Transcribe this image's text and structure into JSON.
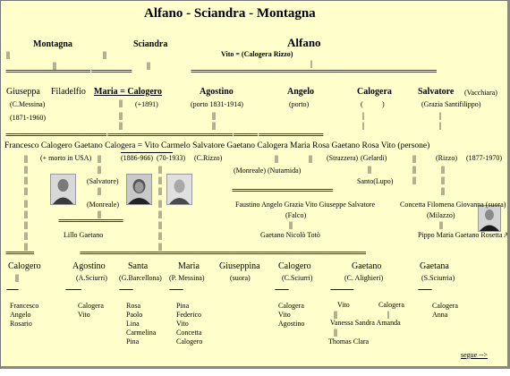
{
  "title": "Alfano - Sciandra - Montagna",
  "heads": {
    "montagna": "Montagna",
    "sciandra": "Sciandra",
    "alfano": "Alfano",
    "vito_rizzo": "Vito = (Calogera Rizzo)"
  },
  "gen2": {
    "giuseppa": "Giuseppa",
    "filadelfio": "Filadelfio",
    "maria_eq_calogero": "Maria = Calogero",
    "agostino": "Agostino",
    "angelo": "Angelo",
    "calogera": "Calogera",
    "salvatore": "Salvatore",
    "salvatore_note": "(Vacchiara)",
    "c_messina": "(C.Messina)",
    "plus_1891": "(+1891)",
    "porto_dates": "(porto 1831-1914)",
    "porto": "(porto)",
    "paren_open": "(",
    "paren_close": ")",
    "grazia": "(Grazia Santifilippo)",
    "dates_1871": "(1871-1960)"
  },
  "gen3": {
    "line": "Francesco  Calogero  Gaetano  Calogera = Vito  Carmelo  Salvatore  Gaetano  Calogera  Maria      Rosa      Gaetano  Rosa  Vito (persone)",
    "morto_usa": "(+ morto in USA)",
    "dates_1886": "(1886-966)",
    "dates_70": "(70-1933)",
    "c_rizzo": "(C.Rizzo)",
    "strazzera": "(Strazzera)",
    "gelardi": "(Gelardi)",
    "rizzo2": "(Rizzo)",
    "dates_1877": "(1877-1970)",
    "salvatore_p": "(Salvatore)",
    "monreale_nutarnida": "(Monreale) (Nutarnida)",
    "santo_lupo": "Santo(Lupo)",
    "monreale_p": "(Monreale)",
    "fausto_line": "Faustino  Angelo  Grazia  Vito  Giuseppe  Salvatore",
    "falco": "(Falco)",
    "milazzo": "(Milazzo)",
    "lillo": "Lillo  Gaetano",
    "gaetano_nicolo": "Gaetano  Nicolò  Totò",
    "pippo_line": "Pippo  Maria  Gaetano  Rosetta  Anna",
    "concetta_line": "Concetta  Filomena  Giovanna (suora)"
  },
  "gen4": {
    "calogero": "Calogero",
    "agostino": "Agostino",
    "santa": "Santa",
    "maria": "Maria",
    "giuseppina": "Giuseppina",
    "calogero2": "Calogero",
    "gaetano": "Gaetano",
    "gaetana": "Gaetana",
    "a_sciurri": "(A.Sciurri)",
    "g_barcellona": "(G.Barcellona)",
    "p_messina": "(P. Messina)",
    "suora": "(suora)",
    "c_sciurri": "(C.Sciurri)",
    "c_alighieri": "(C. Alighieri)",
    "s_sciurria": "(S.Sciurria)"
  },
  "children": {
    "col1": [
      "Francesco",
      "Angelo",
      "Rosario"
    ],
    "col2": [
      "Calogera",
      "Vito"
    ],
    "col3": [
      "Rosa",
      "Paolo",
      "Lina",
      "Carmelina",
      "Pina"
    ],
    "col4": [
      "Pina",
      "Federico",
      "Vito",
      "Concetta",
      "Calogero"
    ],
    "col5": [
      "Calogera",
      "Vito",
      "Agostino"
    ],
    "col6a": [
      "Vito"
    ],
    "col6b": [
      "Calogera"
    ],
    "col6c": [
      "Vanessa   Sandra   Amanda"
    ],
    "col6d": [
      "Thomas   Clara"
    ],
    "col7": [
      "Calogera",
      "Anna"
    ]
  },
  "nav": {
    "next": "segue -->"
  },
  "photos": [
    "portrait-man-photo",
    "portrait-woman-photo",
    "portrait-elderly-man-photo",
    "portrait-priest-photo"
  ]
}
